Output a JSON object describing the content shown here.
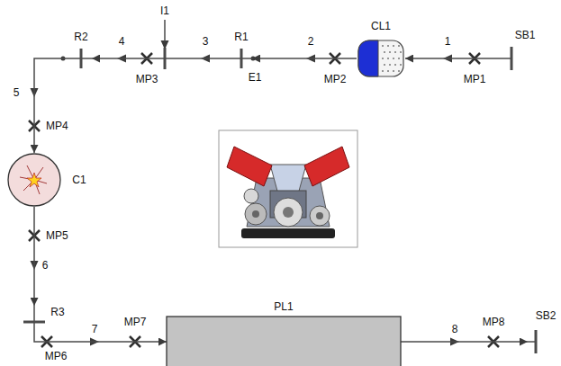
{
  "diagram": {
    "nodes": [
      {
        "text": [
          "SB1"
        ]
      },
      {
        "text": [
          "CL1"
        ]
      },
      {
        "text": [
          "R1"
        ]
      },
      {
        "text": [
          "R2"
        ]
      },
      {
        "text": [
          "C1"
        ]
      },
      {
        "text": [
          "R3"
        ]
      },
      {
        "text": [
          "PL1"
        ]
      },
      {
        "text": [
          "SB2"
        ]
      }
    ],
    "edges": [
      {
        "from": 0,
        "to": 1,
        "arrow": "to"
      },
      {
        "from": 1,
        "to": 2,
        "arrow": "to"
      },
      {
        "from": 2,
        "to": 3,
        "arrow": "to"
      },
      {
        "from": 3,
        "to": 4,
        "arrow": "to"
      },
      {
        "from": 4,
        "to": 5,
        "arrow": "to"
      },
      {
        "from": 5,
        "to": 6,
        "arrow": "to"
      },
      {
        "from": 6,
        "to": 7,
        "arrow": "to"
      }
    ],
    "labels": [
      "1",
      "2",
      "3",
      "4",
      "5",
      "6",
      "7",
      "8",
      "MP1",
      "MP2",
      "MP3",
      "MP4",
      "MP5",
      "MP6",
      "MP7",
      "MP8",
      "E1",
      "I1"
    ]
  }
}
